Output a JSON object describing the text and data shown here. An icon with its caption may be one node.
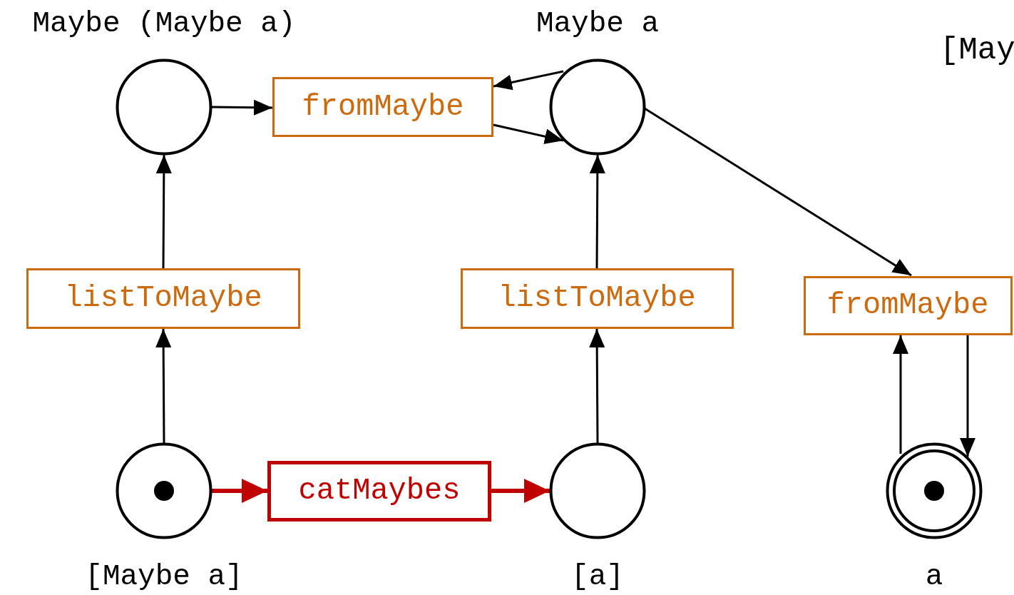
{
  "diagram": {
    "nodes": [
      {
        "text": [],
        "shape": "circle",
        "beside": [
          "Maybe (Maybe a)"
        ]
      },
      {
        "text": [
          "fromMaybe"
        ]
      },
      {
        "text": [],
        "shape": "circle",
        "beside": [
          "Maybe a"
        ]
      },
      {
        "text": [
          "listToMaybe"
        ]
      },
      {
        "text": [
          "listToMaybe"
        ]
      },
      {
        "text": [
          "fromMaybe"
        ]
      },
      {
        "text": [],
        "shape": "circle",
        "beside": [
          "[Maybe a]"
        ]
      },
      {
        "text": [
          "catMaybes"
        ]
      },
      {
        "text": [],
        "shape": "circle",
        "beside": [
          "[a]"
        ]
      },
      {
        "text": [],
        "shape": "circle",
        "beside": [
          "a"
        ]
      }
    ],
    "edges": [
      {
        "from": 0,
        "to": 1,
        "arrow": "to"
      },
      {
        "from": 2,
        "to": 1,
        "arrow": "to"
      },
      {
        "from": 1,
        "to": 2,
        "arrow": "to"
      },
      {
        "from": 2,
        "to": 5,
        "arrow": "to"
      },
      {
        "from": 3,
        "to": 0,
        "arrow": "to"
      },
      {
        "from": 6,
        "to": 3,
        "arrow": "to"
      },
      {
        "from": 4,
        "to": 2,
        "arrow": "to"
      },
      {
        "from": 8,
        "to": 4,
        "arrow": "to"
      },
      {
        "from": 6,
        "to": 7,
        "arrow": "to",
        "style": "thick",
        "color": "#c00000"
      },
      {
        "from": 7,
        "to": 8,
        "arrow": "to",
        "style": "thick",
        "color": "#c00000"
      },
      {
        "from": 9,
        "to": 5,
        "arrow": "to"
      },
      {
        "from": 5,
        "to": 9,
        "arrow": "to"
      }
    ],
    "labels": [
      "[May"
    ]
  }
}
